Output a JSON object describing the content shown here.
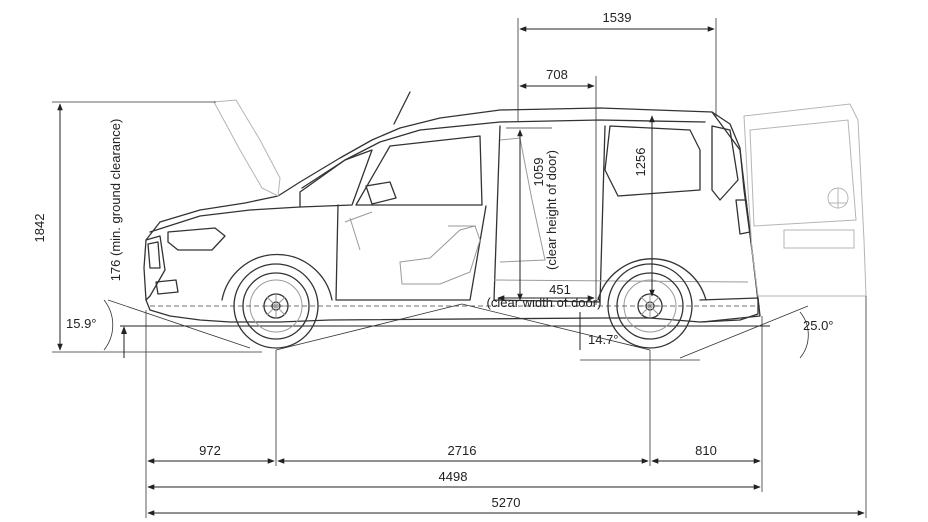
{
  "dimensions": {
    "cargo_length": "1539",
    "door_width_top": "708",
    "overall_height": "1842",
    "ground_clearance_label": "176 (min. ground clearance)",
    "clear_door_height_value": "1059",
    "clear_door_height_label": "(clear height of door)",
    "interior_height": "1256",
    "clear_door_width_value": "451",
    "clear_door_width_label": "(clear width of door)",
    "approach_angle": "15.9°",
    "ramp_angle": "14.7°",
    "departure_angle": "25.0°",
    "front_overhang": "972",
    "wheelbase": "2716",
    "rear_overhang": "810",
    "body_length": "4498",
    "overall_length_door_open": "5270"
  }
}
